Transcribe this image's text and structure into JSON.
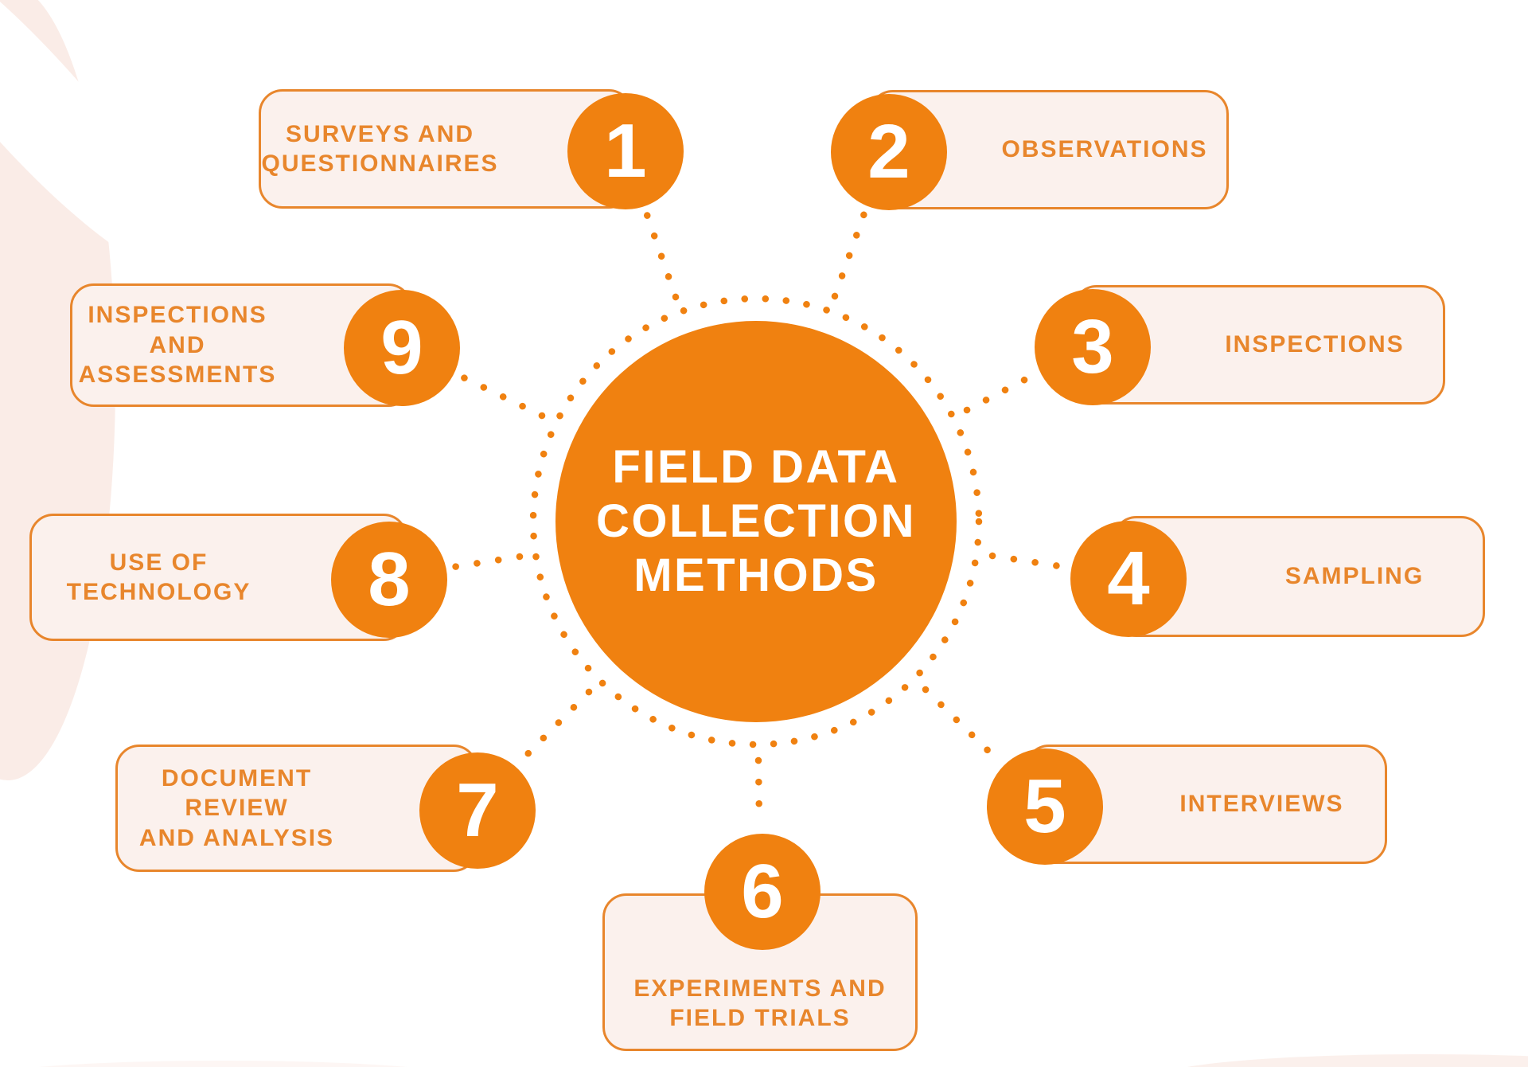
{
  "title": {
    "line1": "FIELD DATA",
    "line2": "COLLECTION",
    "line3": "METHODS"
  },
  "items": [
    {
      "number": "1",
      "label": "SURVEYS AND\nQUESTIONNAIRES"
    },
    {
      "number": "2",
      "label": "OBSERVATIONS"
    },
    {
      "number": "3",
      "label": "INSPECTIONS"
    },
    {
      "number": "4",
      "label": "SAMPLING"
    },
    {
      "number": "5",
      "label": "INTERVIEWS"
    },
    {
      "number": "6",
      "label": "EXPERIMENTS AND\nFIELD TRIALS"
    },
    {
      "number": "7",
      "label": "DOCUMENT REVIEW\nAND ANALYSIS"
    },
    {
      "number": "8",
      "label": "USE OF\nTECHNOLOGY"
    },
    {
      "number": "9",
      "label": "INSPECTIONS AND\nASSESSMENTS"
    }
  ],
  "colors": {
    "primary_orange": "#F08110",
    "border_orange": "#E8862C",
    "label_text": "#E8862C",
    "box_fill": "#FBF1ED",
    "title_text": "#FFFFFF",
    "background": "#FFFFFF",
    "corner_blob": "#FAECE7"
  }
}
